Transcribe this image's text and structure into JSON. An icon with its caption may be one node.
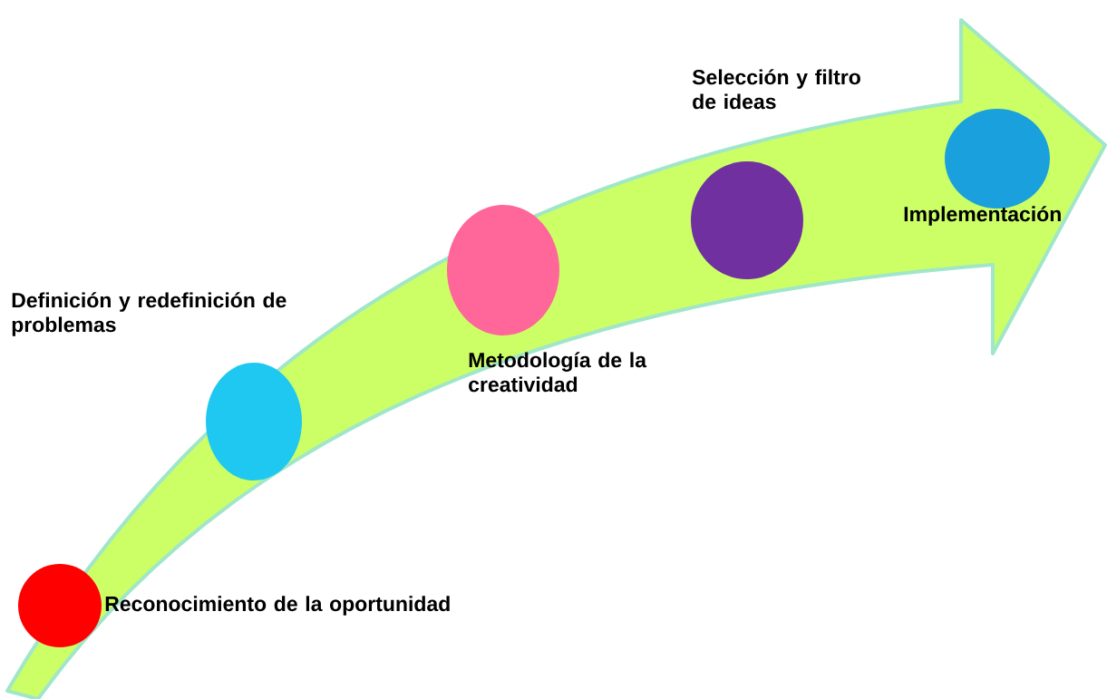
{
  "diagram": {
    "nodes": [
      {
        "text": [],
        "shape": "circle",
        "beside": [
          "Reconocimiento de la oportunidad"
        ]
      },
      {
        "text": [],
        "shape": "circle",
        "beside": [
          "Definición y redefinición de problemas"
        ]
      },
      {
        "text": [],
        "shape": "circle",
        "beside": [
          "Metodología de la creatividad"
        ]
      },
      {
        "text": [],
        "shape": "circle",
        "beside": [
          "Selección y filtro de ideas"
        ]
      },
      {
        "text": [],
        "shape": "circle",
        "beside": [
          "Implementación"
        ]
      }
    ]
  }
}
